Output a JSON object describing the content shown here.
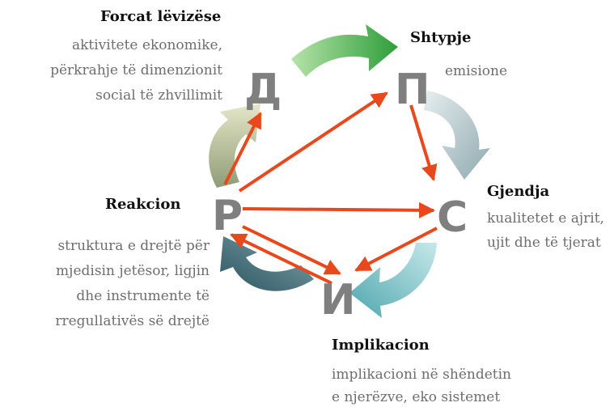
{
  "nodes": {
    "d": {
      "letter": "Д",
      "title": "Forcat lëvizëse",
      "lines": [
        "aktivitete ekonomike,",
        "përkrahje të dimenzionit",
        "social të zhvillimit"
      ]
    },
    "p": {
      "letter": "П",
      "title": "Shtypje",
      "lines": [
        "emisione"
      ]
    },
    "s": {
      "letter": "С",
      "title": "Gjendja",
      "lines": [
        "kualitetet e ajrit,",
        "ujit dhe të tjerat"
      ]
    },
    "i": {
      "letter": "И",
      "title": "Implikacion",
      "lines": [
        "implikacioni në shëndetin",
        "e njerëzve, eko sistemet"
      ]
    },
    "r": {
      "letter": "Р",
      "title": "Reakcion",
      "lines": [
        "struktura e drejtë për",
        "mjedisin jetësor, ligjin",
        "dhe instrumente të",
        "rregullativës së drejtë"
      ]
    }
  },
  "colors": {
    "arrow": "#e8481c",
    "letter": "#7f7f7f",
    "curve_d_p": "#4caf50",
    "curve_p_s": "#b7c9cc",
    "curve_s_i": "#7fc3c8",
    "curve_i_r": "#3f6e78",
    "curve_r_d": "#c9cc9a"
  }
}
